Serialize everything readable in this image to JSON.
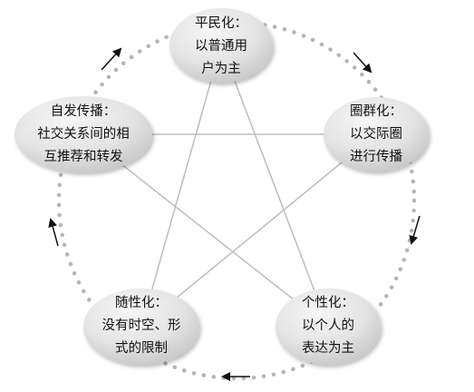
{
  "diagram": {
    "nodes": [
      {
        "id": "top",
        "lines": [
          "平民化：",
          "以普通用",
          "户为主"
        ]
      },
      {
        "id": "right",
        "lines": [
          "圈群化：",
          "以交际圈",
          "进行传播"
        ]
      },
      {
        "id": "bottom-right",
        "lines": [
          "个性化：",
          "以个人的",
          "表达为主"
        ]
      },
      {
        "id": "bottom-left",
        "lines": [
          "随性化：",
          "没有时空、形",
          "式的限制"
        ]
      },
      {
        "id": "left",
        "lines": [
          "自发传播：",
          "社交关系间的相",
          "互推荐和转发"
        ]
      }
    ],
    "cycle_direction": "clockwise"
  },
  "colors": {
    "node_fill_light": "#f4f4f4",
    "node_fill_dark": "#c9c9c9",
    "line": "#bdbdbd",
    "dots": "#b5b5b5",
    "arrow": "#111111"
  }
}
